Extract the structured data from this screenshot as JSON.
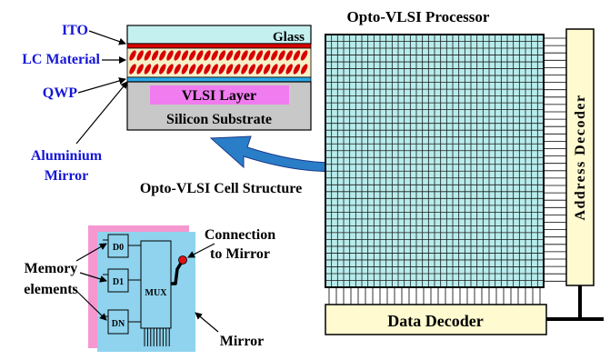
{
  "colors": {
    "blue_text": "#1515d8",
    "glass": "#c5f0f0",
    "ito": "#d90000",
    "lc_stripe": "#d80000",
    "lc_background": "#f7f0c8",
    "qwp": "#2aa8e8",
    "vlsi_layer": "#f07cf0",
    "substrate": "#c8c8c8",
    "grid_fill": "#b8ecec",
    "grid_line": "#1a1a1a",
    "decoder_fill": "#fffad0",
    "arrow": "#2a7ec8",
    "cell_pink": "#f598d0",
    "cell_blue": "#8fd3ee",
    "mirror_dot": "#e01010"
  },
  "cell_structure": {
    "labels": {
      "ito": "ITO",
      "lc_material": "LC Material",
      "qwp": "QWP",
      "aluminium_mirror_line1": "Aluminium",
      "aluminium_mirror_line2": "Mirror"
    },
    "layers": {
      "glass": "Glass",
      "vlsi_layer": "VLSI Layer",
      "silicon_substrate": "Silicon Substrate"
    },
    "caption": "Opto-VLSI Cell Structure"
  },
  "processor": {
    "title": "Opto-VLSI Processor",
    "address_decoder": "Address Decoder",
    "data_decoder": "Data Decoder",
    "grid_columns": 36,
    "grid_rows": 37
  },
  "pixel_circuit": {
    "memory_label_line1": "Memory",
    "memory_label_line2": "elements",
    "cells": [
      "D0",
      "D1",
      "DN"
    ],
    "mux": "MUX",
    "connection_line1": "Connection",
    "connection_line2": "to Mirror",
    "mirror_label": "Mirror"
  }
}
